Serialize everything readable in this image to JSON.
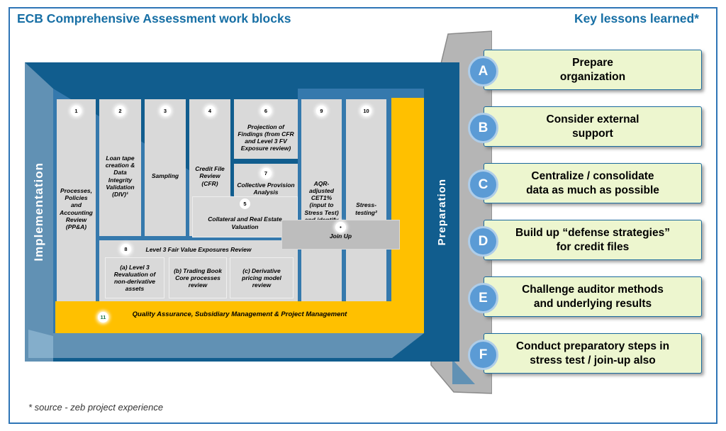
{
  "slide": {
    "title": "ECB Comprehensive Assessment work blocks",
    "lessons_title": "Key lessons learned*",
    "footnote": "* source - zeb project experience"
  },
  "diagram": {
    "implementation_label": "Implementation",
    "preparation_label": "Preparation",
    "blocks": {
      "pp_a": {
        "num": "1",
        "label": "Processes,\nPolicies\nand\nAccounting\nReview\n(PP&A)"
      },
      "loan_tape": {
        "num": "2",
        "label": "Loan tape\ncreation &\nData\nIntegrity\nValidation\n(DIV)¹"
      },
      "sampling": {
        "num": "3",
        "label": "Sampling"
      },
      "cfr": {
        "num": "4",
        "label": "Credit File\nReview\n(CFR)"
      },
      "collateral": {
        "num": "5",
        "label": "Collateral and Real Estate\nValuation"
      },
      "projection": {
        "num": "6",
        "label": "Projection of\nFindings (from CFR\nand Level 3 FV\nExposure review)"
      },
      "collective": {
        "num": "7",
        "label": "Collective Provision\nAnalysis"
      },
      "level3": {
        "num": "8",
        "label": "Level 3 Fair Value Exposures Review",
        "sub_a": "(a) Level 3\nRevaluation of\nnon-derivative\nassets",
        "sub_b": "(b) Trading Book\nCore processes\nreview",
        "sub_c": "(c) Derivative\npricing model\nreview"
      },
      "aqr": {
        "num": "9",
        "label": "AQR-\nadjusted\nCET1%\n(input to\nStress Test)\nand identify\nareas for\nremediation"
      },
      "stress": {
        "num": "10",
        "label": "Stress-\ntesting²"
      },
      "join_up": {
        "num": "•",
        "label": "Join Up"
      },
      "qa": {
        "num": "11",
        "label": "Quality Assurance, Subsidiary Management & Project Management"
      }
    }
  },
  "lessons": {
    "items": [
      {
        "letter": "A",
        "text": "Prepare\norganization"
      },
      {
        "letter": "B",
        "text": "Consider external\nsupport"
      },
      {
        "letter": "C",
        "text": "Centralize / consolidate\ndata as much as possible"
      },
      {
        "letter": "D",
        "text": "Build up “defense strategies”\nfor credit files"
      },
      {
        "letter": "E",
        "text": "Challenge auditor methods\nand underlying results"
      },
      {
        "letter": "F",
        "text": "Conduct preparatory steps in\nstress test / join-up also"
      }
    ]
  },
  "colors": {
    "frame_dark_blue": "#115d8e",
    "interior_blue": "#3579ad",
    "band_light_blue": "#6191b4",
    "accent_yellow": "#ffc000",
    "block_gray": "#d9d9d9",
    "lesson_green": "#edf6cf",
    "badge_blue": "#5b9bd5",
    "title_blue": "#176fa5"
  }
}
